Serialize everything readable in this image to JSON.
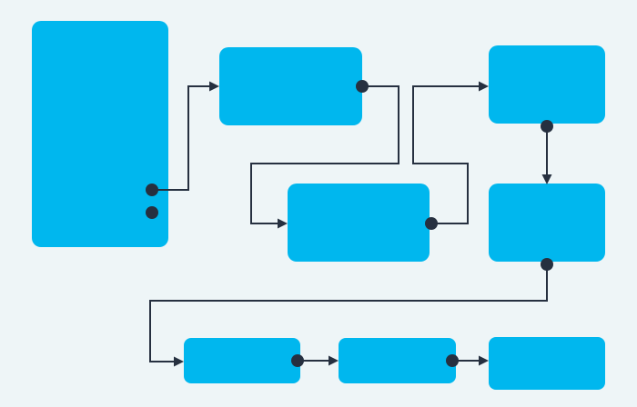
{
  "colors": {
    "background": "#EEF5F7",
    "node_fill": "#00B7EE",
    "connector": "#263040",
    "port": "#263040"
  },
  "nodes": [
    {
      "id": "node-1",
      "label": ""
    },
    {
      "id": "node-2",
      "label": ""
    },
    {
      "id": "node-3",
      "label": ""
    },
    {
      "id": "node-4",
      "label": ""
    },
    {
      "id": "node-5",
      "label": ""
    },
    {
      "id": "node-6",
      "label": ""
    },
    {
      "id": "node-7",
      "label": ""
    },
    {
      "id": "node-8",
      "label": ""
    }
  ],
  "connectors": [
    {
      "from": "node-1",
      "to": "node-2"
    },
    {
      "from": "node-2",
      "to": "node-3"
    },
    {
      "from": "node-3",
      "to": "node-4"
    },
    {
      "from": "node-4",
      "to": "node-5"
    },
    {
      "from": "node-5",
      "to": "node-6"
    },
    {
      "from": "node-6",
      "to": "node-7"
    },
    {
      "from": "node-7",
      "to": "node-8"
    }
  ],
  "icons": {
    "port": "circle-dot-icon",
    "arrowhead": "arrowhead-icon"
  }
}
